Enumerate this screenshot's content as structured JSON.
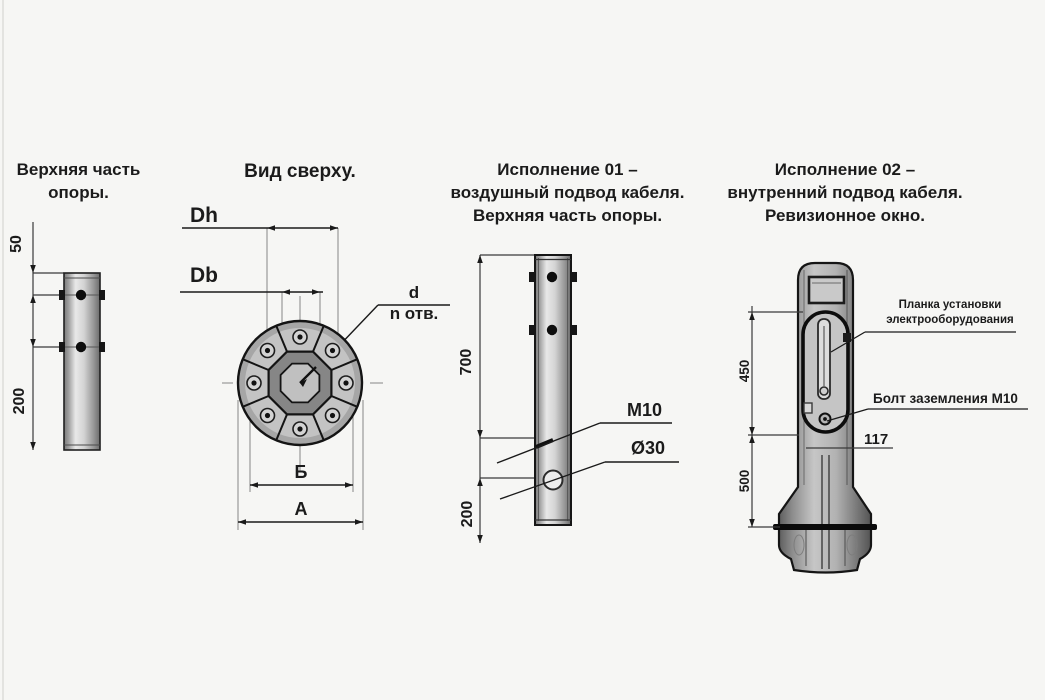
{
  "colors": {
    "background": "#f6f6f4",
    "line": "#1a1a1a",
    "dim_line": "#3a3a3a",
    "metal_light": "#e6e6e6",
    "metal_dark": "#6e6e6e"
  },
  "view1": {
    "title_line1": "Верхняя часть",
    "title_line2": "опоры.",
    "dim_top": "50",
    "dim_bottom": "200"
  },
  "view2": {
    "title": "Вид сверху.",
    "dim_outer_circle": "Dh",
    "dim_inner_circle": "Db",
    "hole_diameter": "d",
    "hole_count": "n отв.",
    "dim_b": "Б",
    "dim_a": "А"
  },
  "view3": {
    "title_line1": "Исполнение 01 –",
    "title_line2": "воздушный подвод кабеля.",
    "title_line3": "Верхняя часть опоры.",
    "dim_height": "700",
    "dim_bottom": "200",
    "label_thread": "М10",
    "label_hole": "Ø30"
  },
  "view4": {
    "title_line1": "Исполнение 02 –",
    "title_line2": "внутренний подвод кабеля.",
    "title_line3": "Ревизионное окно.",
    "dim_window": "450",
    "dim_base": "500",
    "dim_width": "117",
    "label_plate_line1": "Планка установки",
    "label_plate_line2": "электрооборудования",
    "label_bolt": "Болт заземления М10"
  }
}
